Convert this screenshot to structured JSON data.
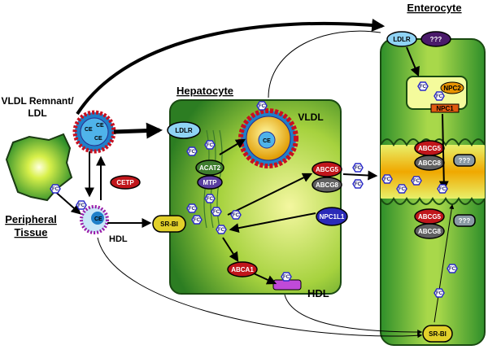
{
  "titles": {
    "enterocyte": "Enterocyte",
    "hepatocyte": "Hepatocyte",
    "vldl_remnant_line1": "VLDL Remnant/",
    "vldl_remnant_line2": "LDL",
    "peripheral_line1": "Peripheral",
    "peripheral_line2": "Tissue"
  },
  "labels": {
    "vldl": "VLDL",
    "hdl_left": "HDL",
    "hdl_bottom": "HDL",
    "ce": "CE",
    "fc": "FC",
    "unknown": "???"
  },
  "proteins": {
    "ldlr_hep": "LDLR",
    "ldlr_ent": "LDLR",
    "acat2": "ACAT2",
    "mtp": "MTP",
    "cetp": "CETP",
    "srbi_hep": "SR-BI",
    "srbi_ent": "SR-BI",
    "abcg5_hep": "ABCG5",
    "abcg8_hep": "ABCG8",
    "npc1l1": "NPC1L1",
    "abca1": "ABCA1",
    "npc2": "NPC2",
    "npc1": "NPC1",
    "abcg5_ent1": "ABCG5",
    "abcg8_ent1": "ABCG8",
    "abcg5_ent2": "ABCG5",
    "abcg8_ent2": "ABCG8"
  },
  "colors": {
    "hepatocyte_green": "#2e8b22",
    "hepatocyte_light": "#e8f07a",
    "enterocyte_band": "#f2b400",
    "ldlr_blue": "#8fd3f4",
    "acat_green": "#3f7d2e",
    "mtp_purple": "#5a3fa0",
    "abcg5_red": "#c0161b",
    "abcg8_gray": "#606060",
    "npc1l1_blue": "#2a2ab8",
    "srbi_yellow": "#e2d02a",
    "fc_blue": "#2b2bc8"
  }
}
